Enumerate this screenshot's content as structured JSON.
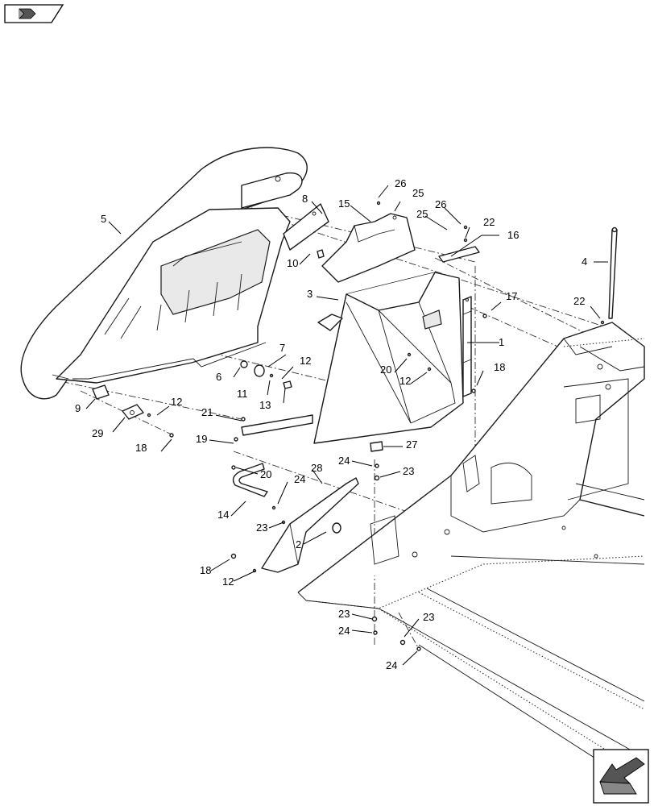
{
  "nav": {
    "top_icon": "folded-page-arrow-icon",
    "bottom_icon": "next-page-arrow-icon"
  },
  "callouts": {
    "c1": "1",
    "c2": "2",
    "c3": "3",
    "c4": "4",
    "c5": "5",
    "c6": "6",
    "c7": "7",
    "c8": "8",
    "c9": "9",
    "c10": "10",
    "c11": "11",
    "c12a": "12",
    "c12b": "12",
    "c12c": "12",
    "c12d": "12",
    "c13": "13",
    "c14": "14",
    "c15": "15",
    "c16": "16",
    "c17": "17",
    "c18a": "18",
    "c18b": "18",
    "c18c": "18",
    "c19": "19",
    "c20a": "20",
    "c20b": "20",
    "c21": "21",
    "c22a": "22",
    "c22b": "22",
    "c23a": "23",
    "c23b": "23",
    "c23c": "23",
    "c23d": "23",
    "c24a": "24",
    "c24b": "24",
    "c24c": "24",
    "c24d": "24",
    "c25a": "25",
    "c25b": "25",
    "c26a": "26",
    "c26b": "26",
    "c27": "27",
    "c28": "28",
    "c29": "29"
  }
}
